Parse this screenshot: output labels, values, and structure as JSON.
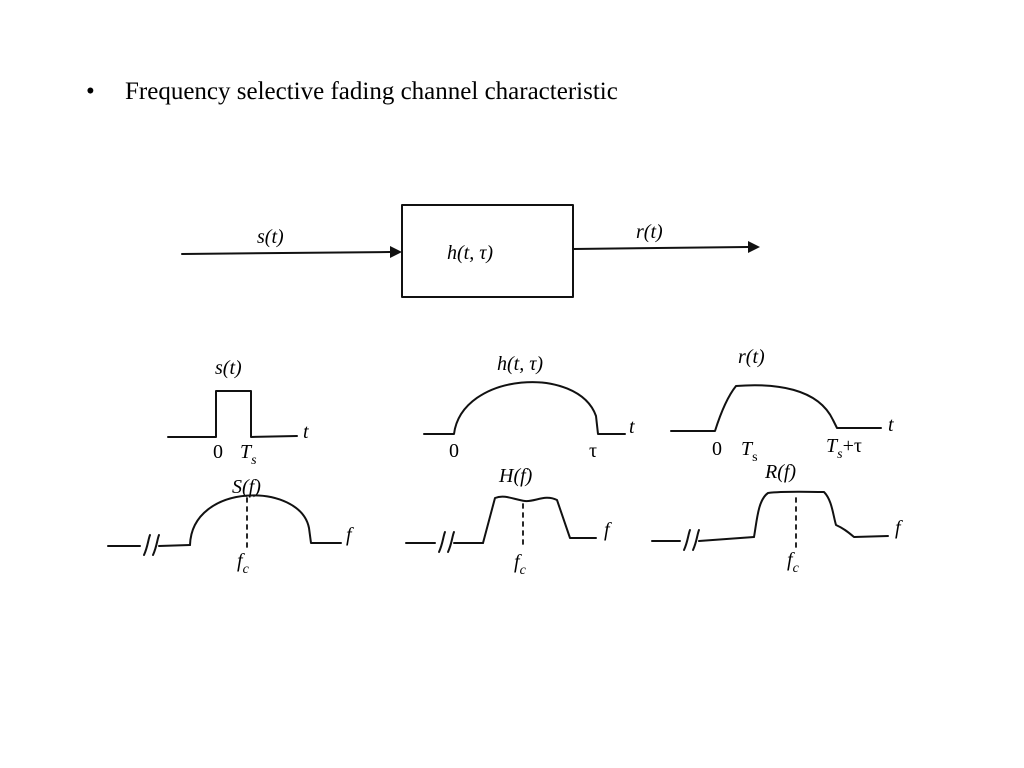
{
  "slide": {
    "bullet": "•",
    "title": "Frequency selective fading channel characteristic"
  },
  "block": {
    "input": "s(t)",
    "system": "h(t, τ)",
    "output": "r(t)"
  },
  "time_domain": {
    "signal": {
      "label": "s(t)",
      "axis": "t",
      "tick_zero": "0",
      "tick_end_main": "T",
      "tick_end_sub": "s"
    },
    "channel": {
      "label": "h(t, τ)",
      "axis": "t",
      "tick_zero": "0",
      "tick_end": "τ"
    },
    "received": {
      "label": "r(t)",
      "axis": "t",
      "tick_zero": "0",
      "tick_mid_main": "T",
      "tick_mid_sub": "s",
      "tick_end_main": "T",
      "tick_end_sub": "s",
      "tick_end_suffix": "+τ"
    }
  },
  "freq_domain": {
    "signal": {
      "label": "S(f)",
      "axis": "f",
      "center_main": "f",
      "center_sub": "c"
    },
    "channel": {
      "label": "H(f)",
      "axis": "f",
      "center_main": "f",
      "center_sub": "c"
    },
    "received": {
      "label": "R(f)",
      "axis": "f",
      "center_main": "f",
      "center_sub": "c"
    }
  }
}
